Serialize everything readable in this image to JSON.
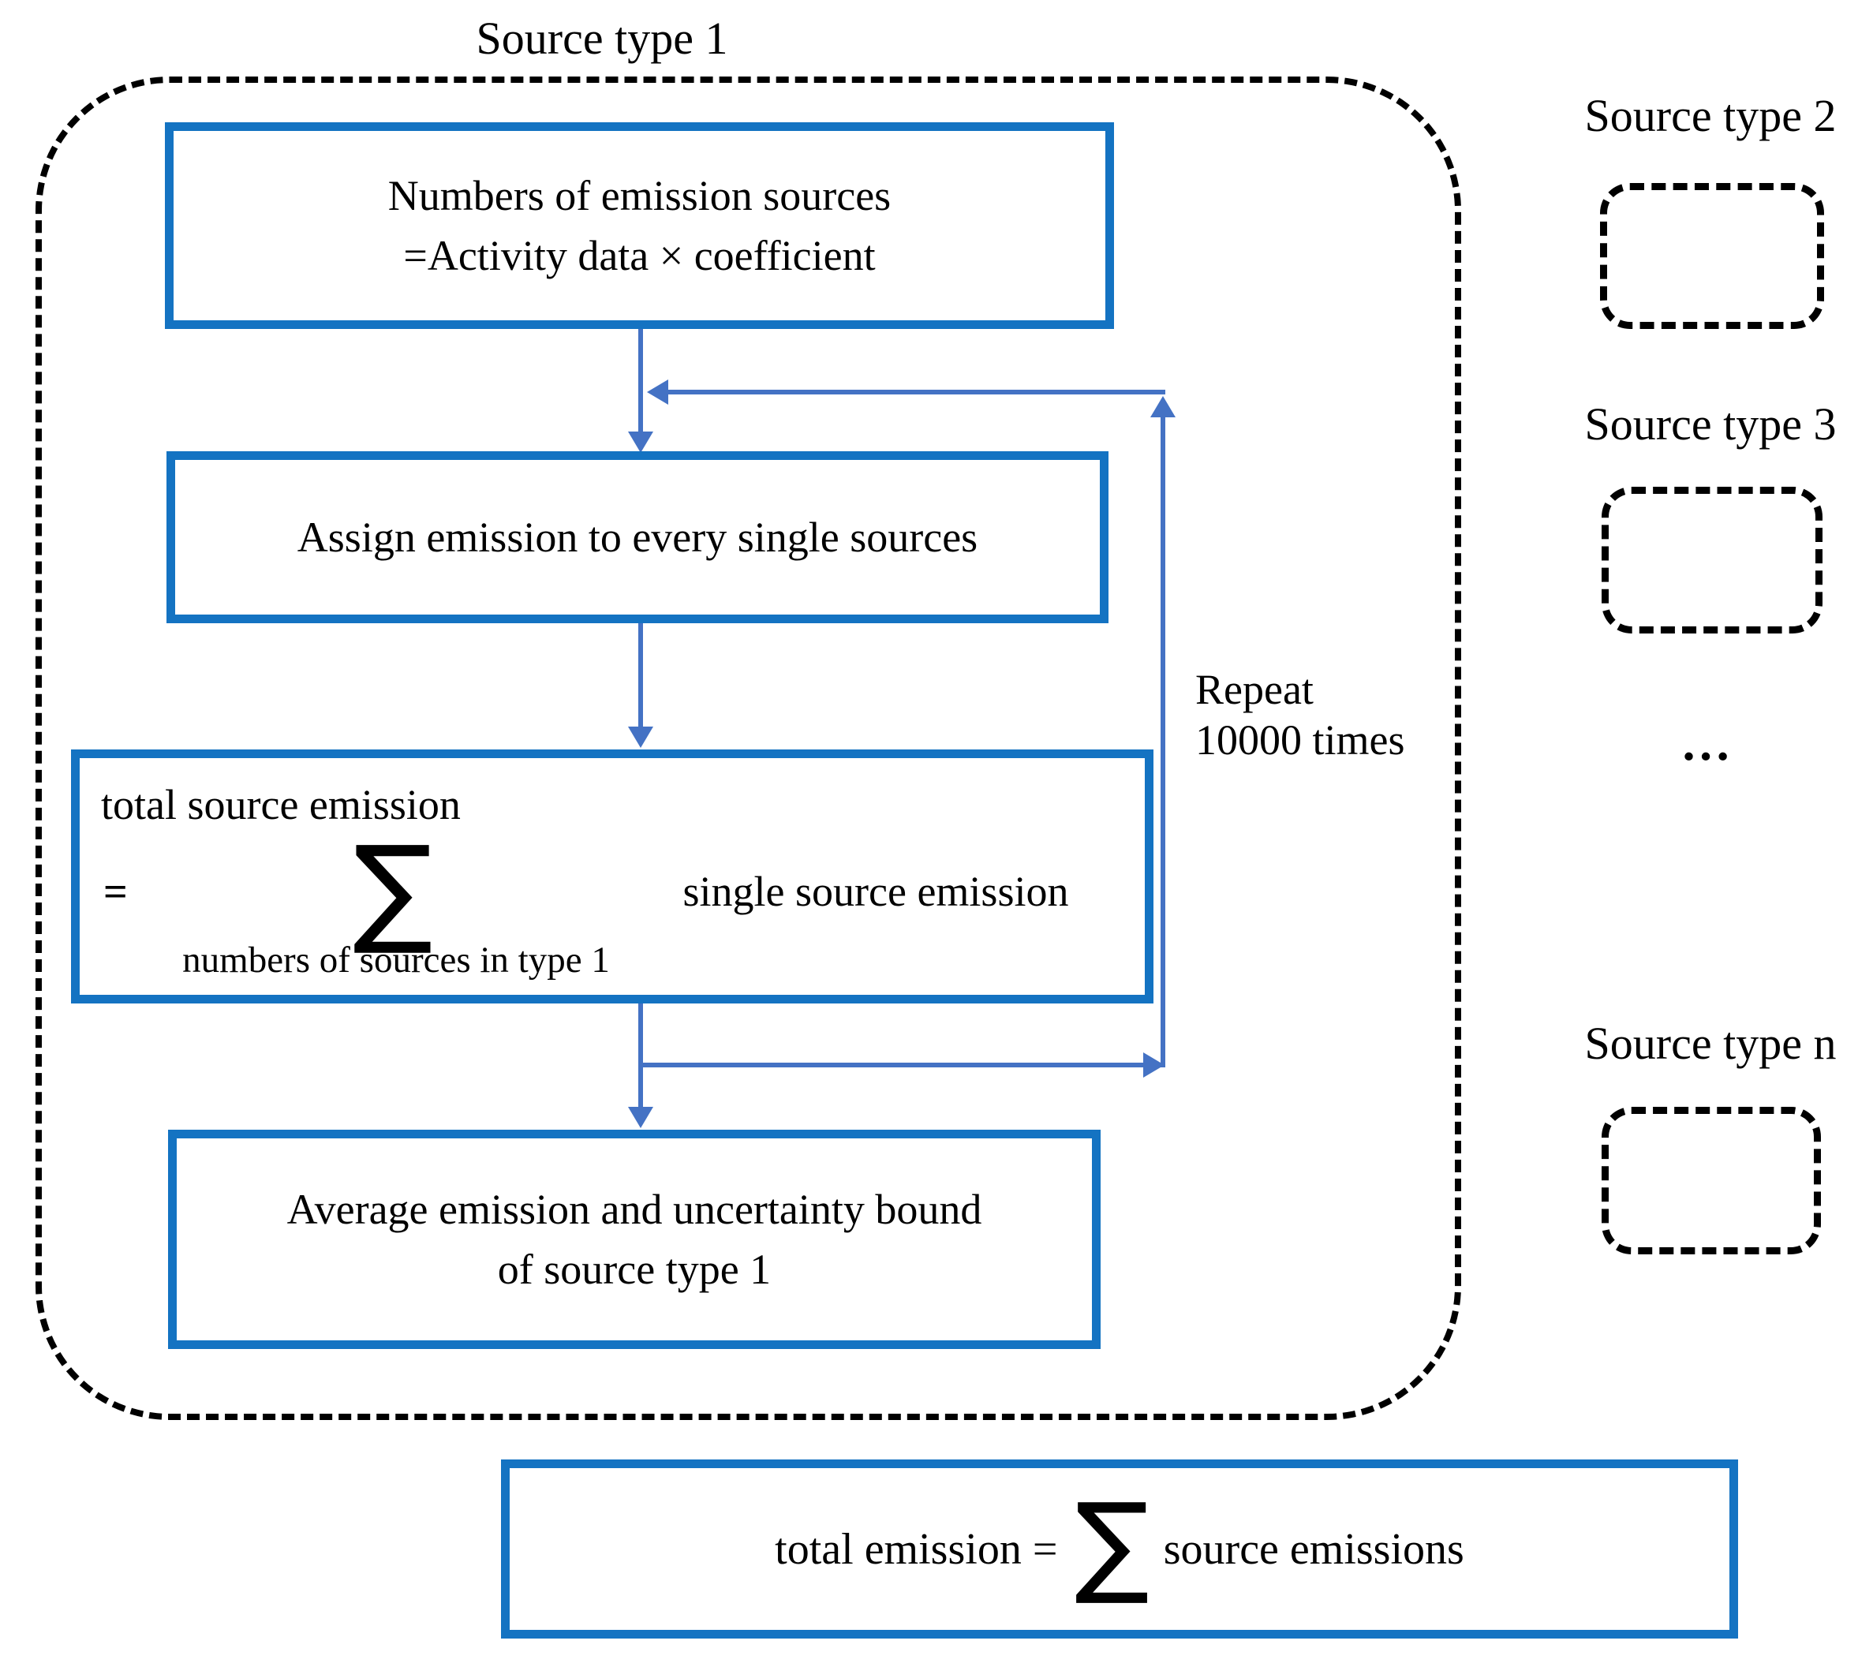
{
  "figure": {
    "source_type_1": {
      "title": "Source type 1",
      "box_numbers_line1": "Numbers of emission sources",
      "box_numbers_line2": "=Activity data × coefficient",
      "box_assign": "Assign emission to every single sources",
      "box_total": {
        "title": "total source emission",
        "equals": "=",
        "sigma": "∑",
        "sum_subscript": "numbers of sources in type 1",
        "sum_operand": "single source emission"
      },
      "loop_label_line1": "Repeat",
      "loop_label_line2": "10000 times",
      "box_average_line1": "Average emission and uncertainty bound",
      "box_average_line2": "of source type 1"
    },
    "other_source_types": {
      "source_type_2_label": "Source type 2",
      "source_type_3_label": "Source type 3",
      "ellipsis": "…",
      "source_type_n_label": "Source type n"
    },
    "total_emission_box": {
      "prefix": "total emission =",
      "sigma": "∑",
      "suffix": "source emissions"
    },
    "colors": {
      "box_border_blue": "#1473c2",
      "arrow_blue": "#4472c4",
      "dashed_border_black": "#000000"
    }
  }
}
